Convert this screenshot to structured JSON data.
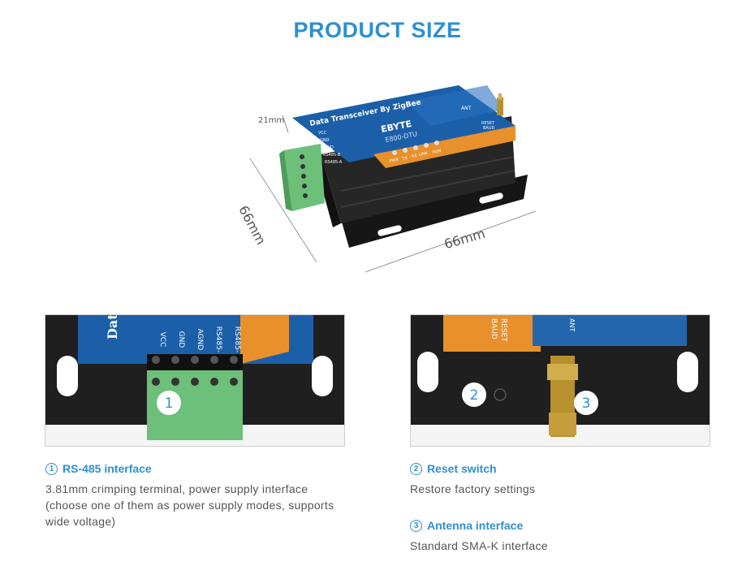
{
  "page": {
    "title": "PRODUCT SIZE"
  },
  "dimensions": {
    "height": "21mm",
    "depth": "66mm",
    "width": "66mm"
  },
  "device": {
    "brand": "EBYTE",
    "model": "E800-DTU",
    "label": "Data Transceiver By ZigBee",
    "antenna_label": "ANT",
    "reset_label": "RESET",
    "baud_label": "BAUD",
    "terminals": [
      "VCC",
      "GND",
      "AGND",
      "RS485-B",
      "RS485-A"
    ],
    "terminals_close": [
      "VCC",
      "GND",
      "AGND",
      "RS485-",
      "RS485-"
    ],
    "leds": [
      "PWR",
      "TX",
      "RX",
      "LINK",
      "RUN"
    ],
    "side_label_fragment": "Data"
  },
  "features": [
    {
      "number": "1",
      "title": "RS-485 interface",
      "description": "3.81mm crimping terminal, power supply interface (choose one of them as power supply modes, supports wide voltage)"
    },
    {
      "number": "2",
      "title": "Reset switch",
      "description": "Restore factory settings"
    },
    {
      "number": "3",
      "title": "Antenna interface",
      "description": "Standard SMA-K interface"
    }
  ],
  "colors": {
    "accent": "#2f8fd1",
    "device_blue": "#1b5fa8",
    "device_orange": "#e8902c",
    "terminal_green": "#6cc07a",
    "housing": "#1e1e1e"
  }
}
